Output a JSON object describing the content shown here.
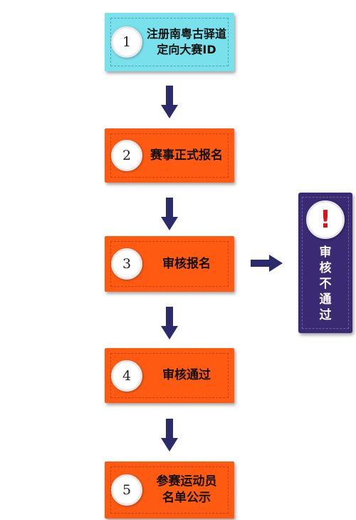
{
  "steps": [
    {
      "number": "1",
      "lines": [
        "注册南粤古驿道",
        "定向大赛ID"
      ],
      "color": "#79e1ec"
    },
    {
      "number": "2",
      "lines": [
        "赛事正式报名"
      ],
      "color": "#ff5a12"
    },
    {
      "number": "3",
      "lines": [
        "审核报名"
      ],
      "color": "#ff5a12"
    },
    {
      "number": "4",
      "lines": [
        "审核通过"
      ],
      "color": "#ff5a12"
    },
    {
      "number": "5",
      "lines": [
        "参赛运动员",
        "名单公示"
      ],
      "color": "#ff5a12"
    }
  ],
  "reject": {
    "icon": "!",
    "chars": [
      "审",
      "核",
      "不",
      "通",
      "过"
    ],
    "color": "#3a2a74",
    "icon_color": "#d4151b"
  },
  "arrow_color": "#2b2a6a"
}
